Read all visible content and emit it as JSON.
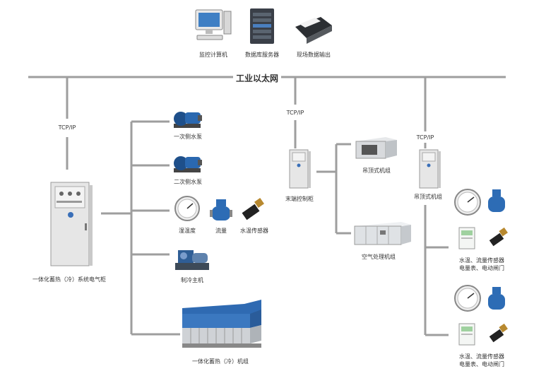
{
  "network": {
    "title": "工业以太网"
  },
  "top_devices": {
    "computer": "监控计算机",
    "db_server": "数据库服务器",
    "printer": "现场数据输出"
  },
  "protocols": {
    "left": "TCP/IP",
    "middle": "TCP/IP",
    "right": "TCP/IP"
  },
  "left_branch": {
    "cabinet": "一体化蓄热（冷）系统电气柜",
    "pump1": "一次侧水泵",
    "pump2": "二次侧水泵",
    "thermometer": "湿温度",
    "flowmeter": "流量",
    "water_temp_sensor": "水温传感器",
    "chiller": "制冷主机",
    "storage_unit": "一体化蓄热（冷）机组"
  },
  "middle_branch": {
    "cabinet": "末端控制柜",
    "ceiling_unit": "吊顶式机组",
    "air_handler": "空气处理机组"
  },
  "right_branch": {
    "cabinet": "吊顶式机组",
    "group1_line1": "水温、流量传感器",
    "group1_line2": "电量表、电动闸门",
    "group2_line1": "水温、流量传感器",
    "group2_line2": "电量表、电动闸门"
  }
}
